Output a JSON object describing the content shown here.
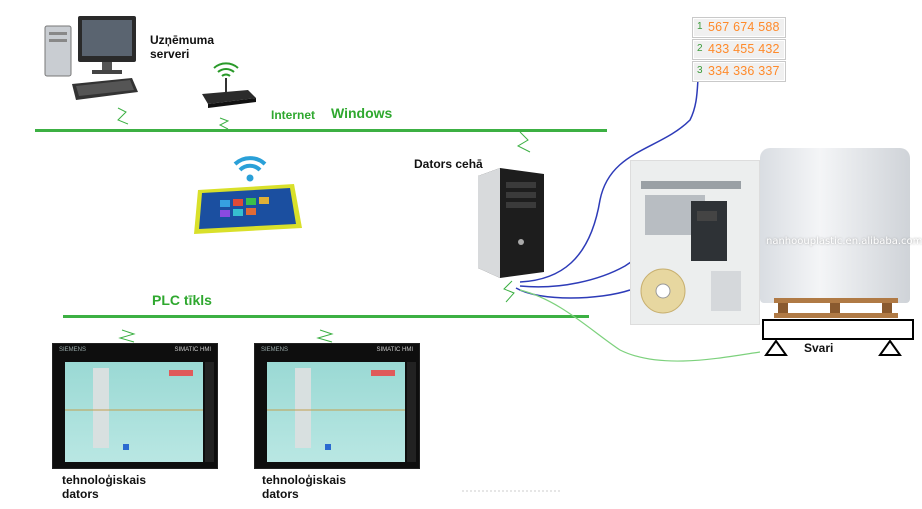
{
  "labels": {
    "servers": "Uzņēmuma serveri",
    "internet": "Internet",
    "windows": "Windows",
    "shop_pc": "Dators cehā",
    "plc_network": "PLC tīkls",
    "scales": "Svari",
    "tech_pc_1": "tehnoloģiskais dators",
    "tech_pc_2": "tehnoloģiskais dators"
  },
  "counters": [
    {
      "index": "1",
      "value": "567 674 588"
    },
    {
      "index": "2",
      "value": "433 455 432"
    },
    {
      "index": "3",
      "value": "334 336 337"
    }
  ],
  "hmi_screens": [
    {
      "brand": "SIEMENS",
      "model": "SIMATIC HMI"
    },
    {
      "brand": "SIEMENS",
      "model": "SIMATIC HMI"
    }
  ],
  "watermark": "nanhoouplastic.en.alibaba.com",
  "icons": [
    "desktop-server-icon",
    "wifi-router-icon",
    "tablet-icon",
    "tower-pc-icon",
    "label-printer-icon",
    "bulk-bag-icon",
    "scale-icon"
  ],
  "colors": {
    "network_line": "#3cb043",
    "cable": "#2d3bb8",
    "counter_digits": "#ff8a2a",
    "label_green": "#2fa82f"
  }
}
